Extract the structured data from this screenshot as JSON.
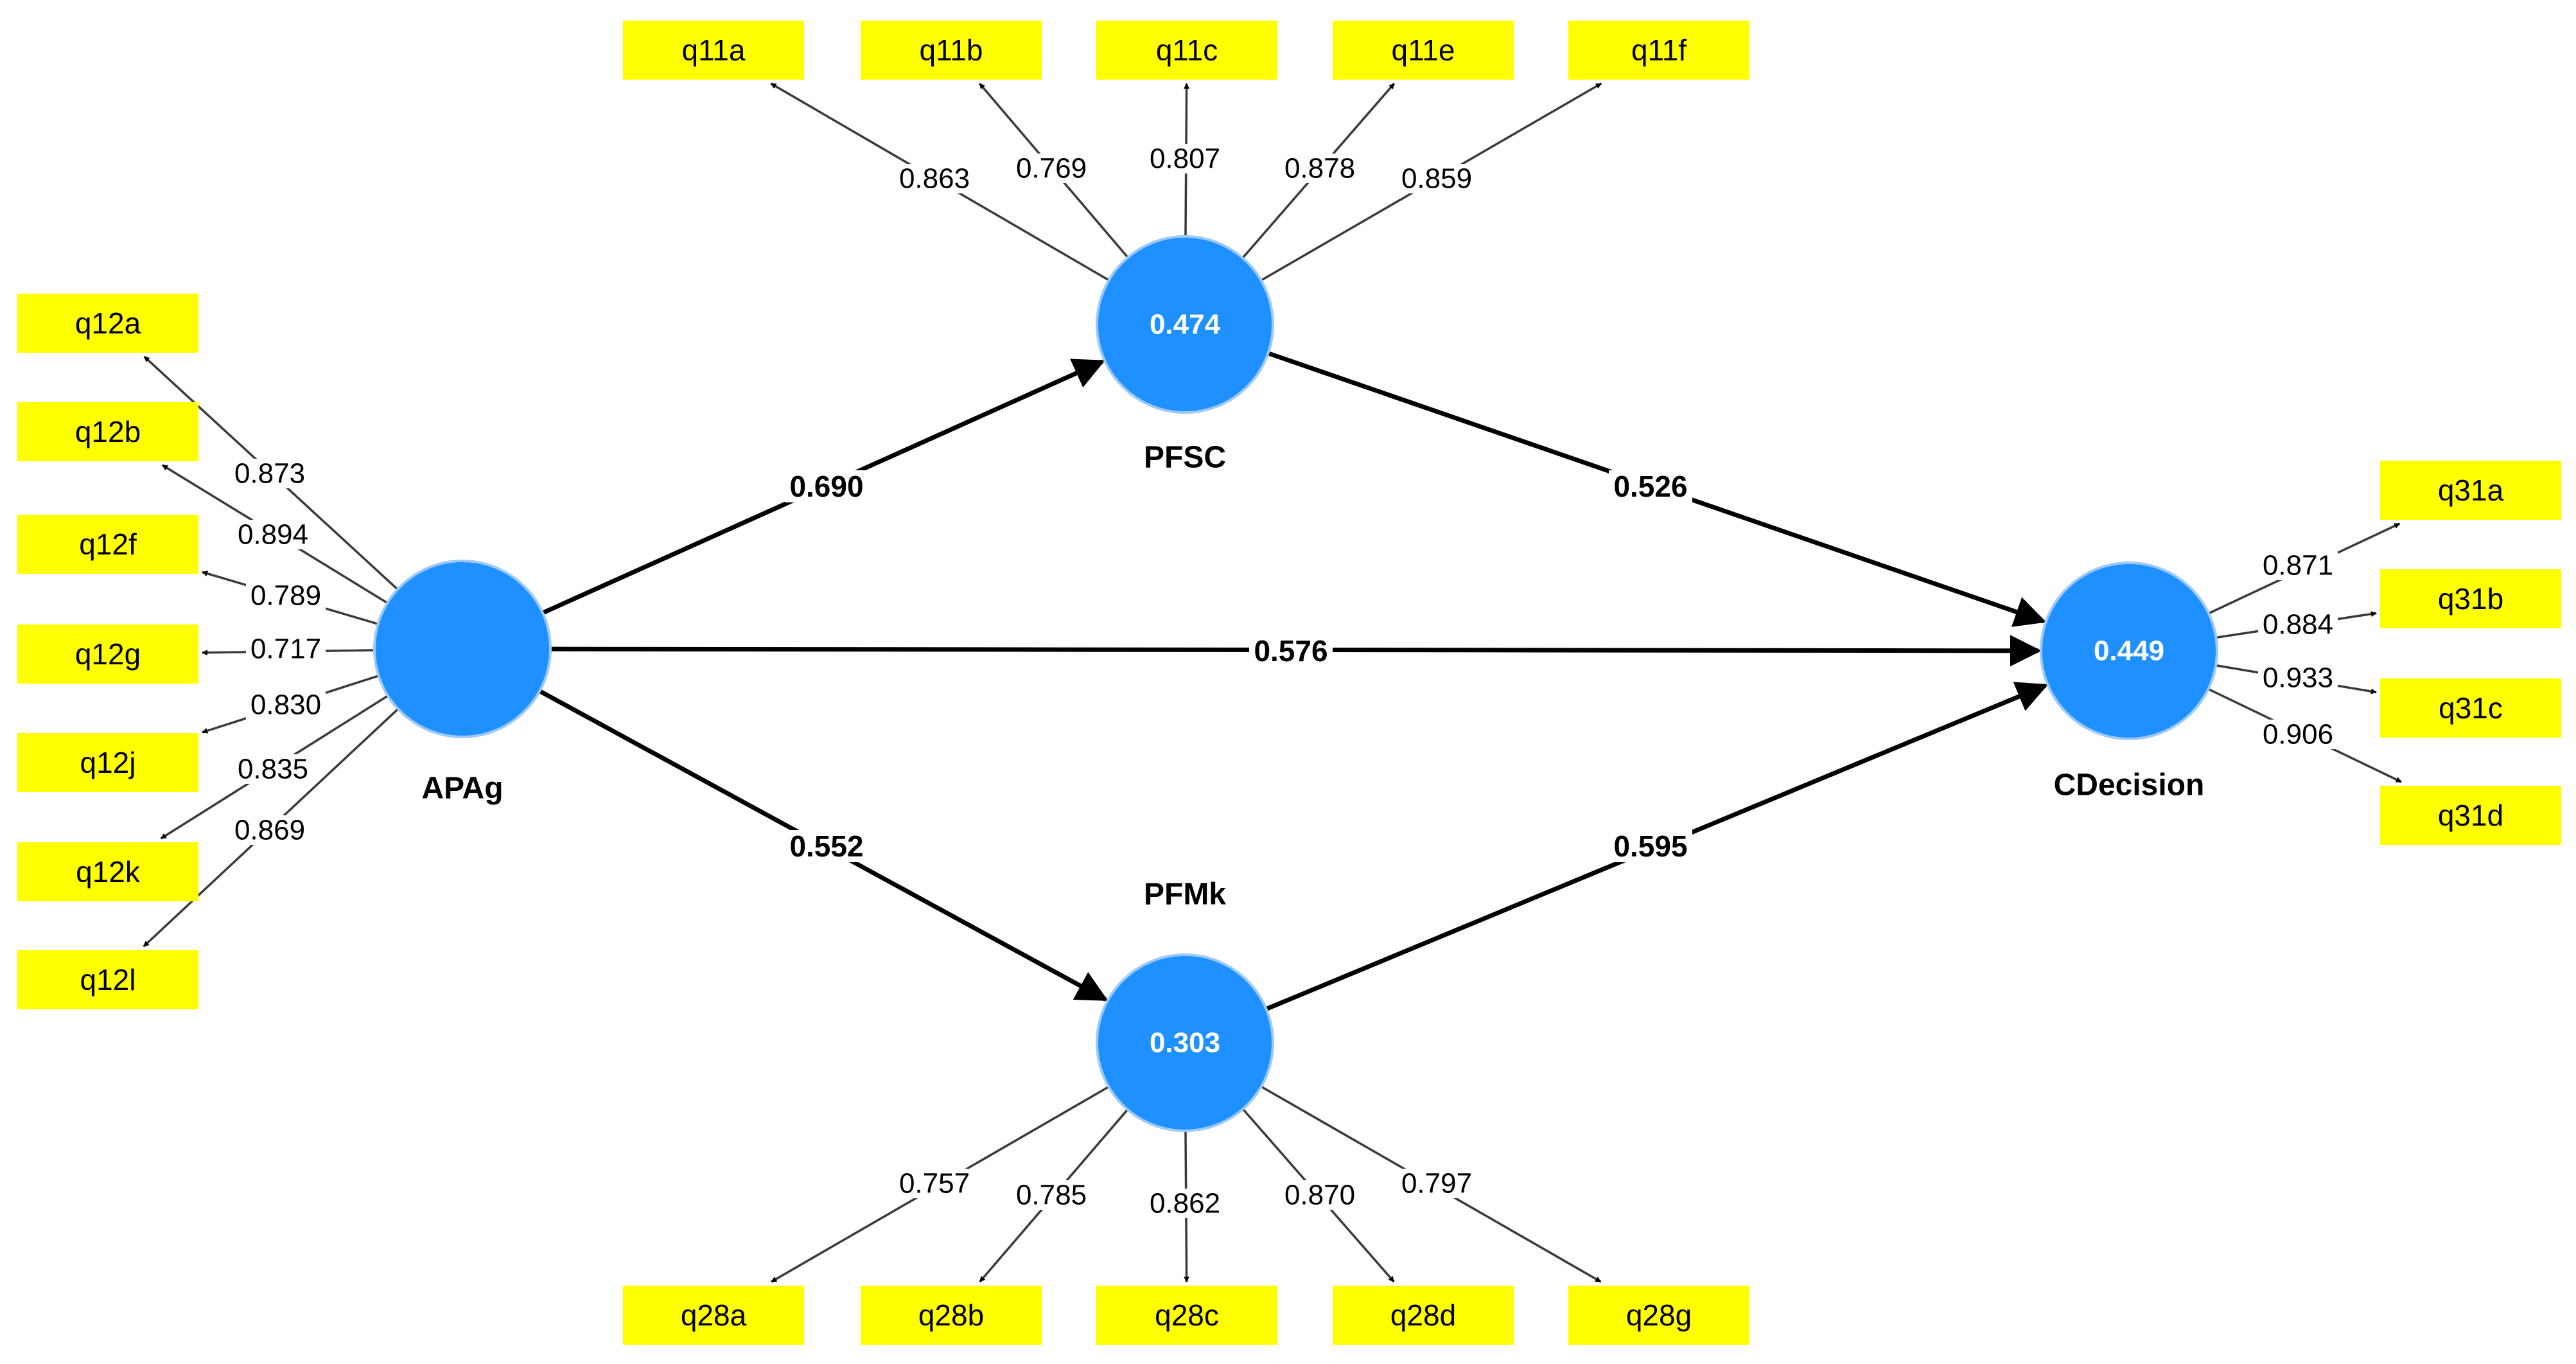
{
  "constructs": {
    "APAg": {
      "name": "APAg",
      "value": ""
    },
    "PFSC": {
      "name": "PFSC",
      "value": "0.474"
    },
    "PFMk": {
      "name": "PFMk",
      "value": "0.303"
    },
    "CDecision": {
      "name": "CDecision",
      "value": "0.449"
    }
  },
  "indicators": {
    "APAg": [
      {
        "name": "q12a",
        "loading": "0.873"
      },
      {
        "name": "q12b",
        "loading": "0.894"
      },
      {
        "name": "q12f",
        "loading": "0.789"
      },
      {
        "name": "q12g",
        "loading": "0.717"
      },
      {
        "name": "q12j",
        "loading": "0.830"
      },
      {
        "name": "q12k",
        "loading": "0.835"
      },
      {
        "name": "q12l",
        "loading": "0.869"
      }
    ],
    "PFSC": [
      {
        "name": "q11a",
        "loading": "0.863"
      },
      {
        "name": "q11b",
        "loading": "0.769"
      },
      {
        "name": "q11c",
        "loading": "0.807"
      },
      {
        "name": "q11e",
        "loading": "0.878"
      },
      {
        "name": "q11f",
        "loading": "0.859"
      }
    ],
    "PFMk": [
      {
        "name": "q28a",
        "loading": "0.757"
      },
      {
        "name": "q28b",
        "loading": "0.785"
      },
      {
        "name": "q28c",
        "loading": "0.862"
      },
      {
        "name": "q28d",
        "loading": "0.870"
      },
      {
        "name": "q28g",
        "loading": "0.797"
      }
    ],
    "CDecision": [
      {
        "name": "q31a",
        "loading": "0.871"
      },
      {
        "name": "q31b",
        "loading": "0.884"
      },
      {
        "name": "q31c",
        "loading": "0.933"
      },
      {
        "name": "q31d",
        "loading": "0.906"
      }
    ]
  },
  "paths": [
    {
      "from": "APAg",
      "to": "PFSC",
      "coefficient": "0.690"
    },
    {
      "from": "PFSC",
      "to": "CDecision",
      "coefficient": "0.526"
    },
    {
      "from": "APAg",
      "to": "CDecision",
      "coefficient": "0.576"
    },
    {
      "from": "APAg",
      "to": "PFMk",
      "coefficient": "0.552"
    },
    {
      "from": "PFMk",
      "to": "CDecision",
      "coefficient": "0.595"
    }
  ],
  "colors": {
    "construct_fill": "#1e90ff",
    "indicator_fill": "#ffff00",
    "line": "#000000"
  }
}
